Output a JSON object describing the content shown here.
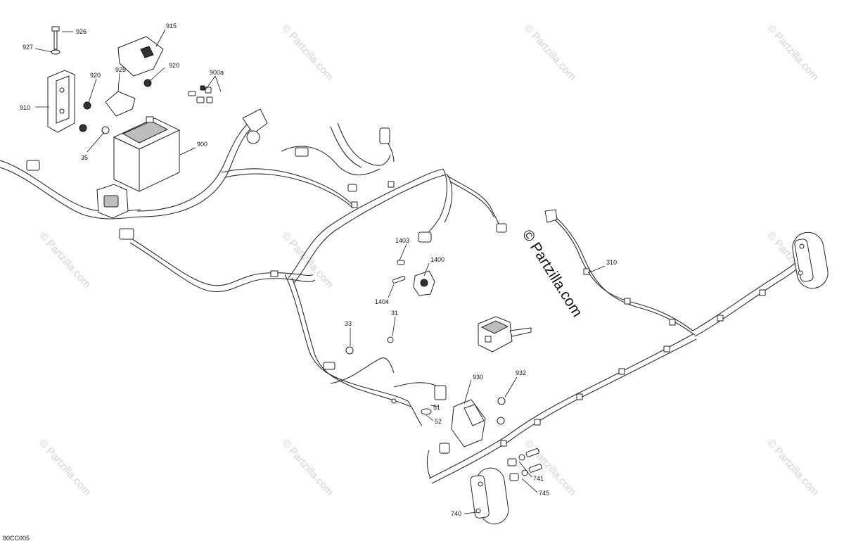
{
  "diagram": {
    "drawing_code": "80CC005",
    "watermark": {
      "center_text": "© Partzilla.com",
      "tile_text": "© Partzilla.com"
    },
    "callouts": {
      "926": "926",
      "927": "927",
      "915": "915",
      "920a": "920",
      "920b": "920",
      "925": "925",
      "900a": "900a",
      "910": "910",
      "35": "35",
      "900": "900",
      "1403": "1403",
      "1400": "1400",
      "1404": "1404",
      "31": "31",
      "33": "33",
      "310": "310",
      "930": "930",
      "932": "932",
      "51": "51",
      "52": "52",
      "741": "741",
      "745": "745",
      "740": "740"
    }
  }
}
